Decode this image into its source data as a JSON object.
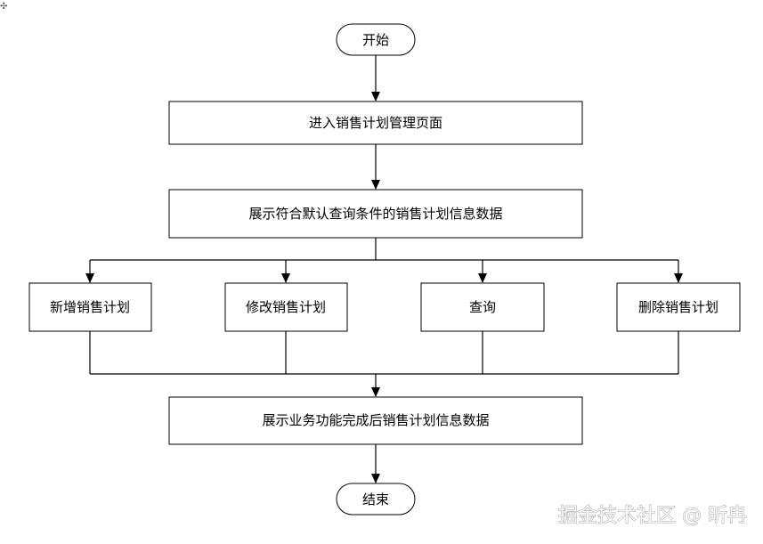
{
  "nodes": {
    "start": "开始",
    "enter": "进入销售计划管理页面",
    "show_default": "展示符合默认查询条件的销售计划信息数据",
    "add": "新增销售计划",
    "edit": "修改销售计划",
    "query": "查询",
    "delete": "删除销售计划",
    "show_after": "展示业务功能完成后销售计划信息数据",
    "end": "结束"
  },
  "watermark": "掘金技术社区 @ 昕冉",
  "corner_mark": "✣"
}
